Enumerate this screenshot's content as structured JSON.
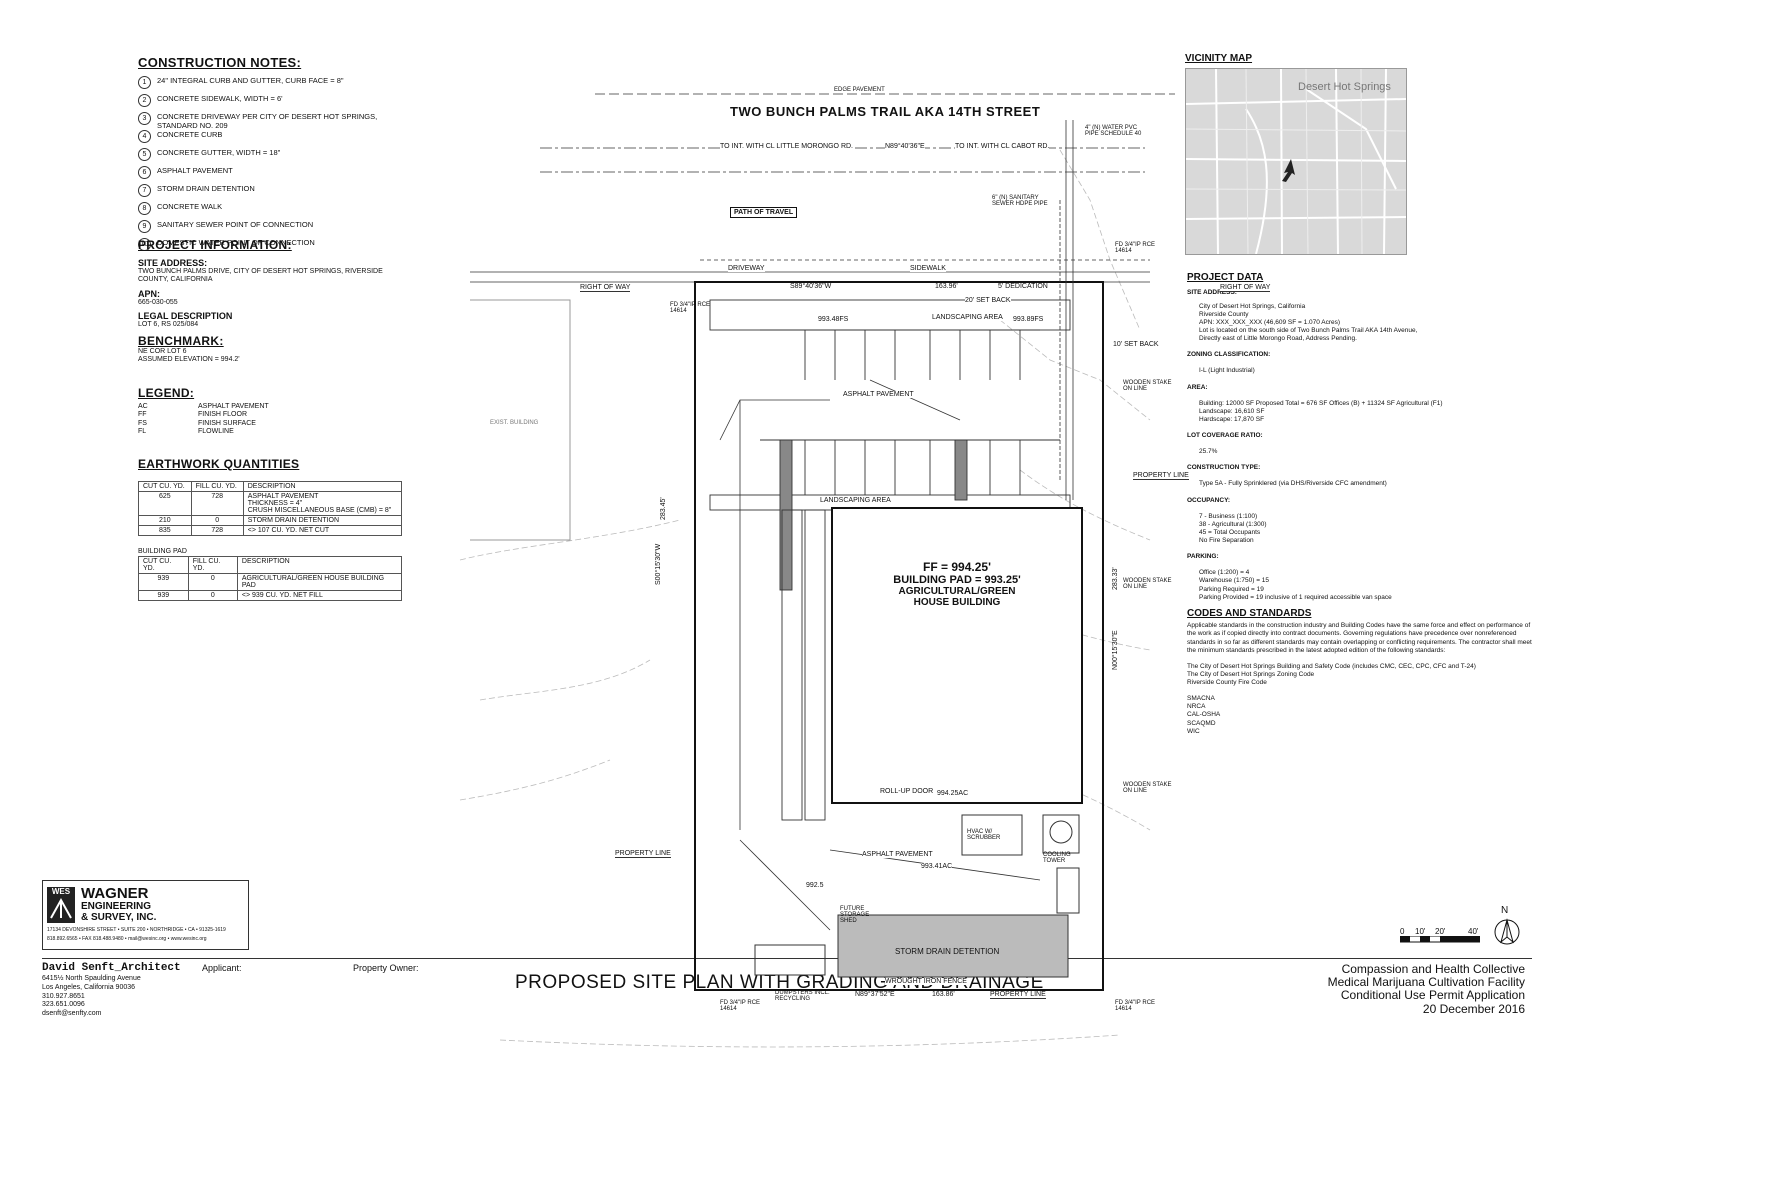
{
  "construction_notes": {
    "heading": "CONSTRUCTION NOTES:",
    "items": [
      {
        "num": "1",
        "text": "24\" INTEGRAL CURB AND GUTTER, CURB FACE = 8\""
      },
      {
        "num": "2",
        "text": "CONCRETE SIDEWALK, WIDTH = 6'"
      },
      {
        "num": "3",
        "text": "CONCRETE DRIVEWAY PER CITY OF DESERT HOT SPRINGS, STANDARD NO. 209"
      },
      {
        "num": "4",
        "text": "CONCRETE CURB"
      },
      {
        "num": "5",
        "text": "CONCRETE GUTTER, WIDTH = 18\""
      },
      {
        "num": "6",
        "text": "ASPHALT PAVEMENT"
      },
      {
        "num": "7",
        "text": "STORM DRAIN DETENTION"
      },
      {
        "num": "8",
        "text": "CONCRETE WALK"
      },
      {
        "num": "9",
        "text": "SANITARY SEWER POINT OF CONNECTION"
      },
      {
        "num": "10",
        "text": "DOMESTIC WATER POINT OF CONNECTION"
      }
    ]
  },
  "project_information": {
    "heading": "PROJECT INFORMATION:",
    "site_address_label": "SITE ADDRESS:",
    "site_address": "TWO BUNCH PALMS DRIVE, CITY OF DESERT HOT SPRINGS, RIVERSIDE COUNTY, CALIFORNIA",
    "apn_label": "APN:",
    "apn": "665-030-055",
    "legal_label": "LEGAL DESCRIPTION",
    "legal": "LOT 6, RS 025/084"
  },
  "benchmark": {
    "heading": "BENCHMARK:",
    "line1": "NE COR LOT 6",
    "line2": "ASSUMED ELEVATION = 994.2'"
  },
  "legend": {
    "heading": "LEGEND:",
    "items": [
      {
        "abbr": "AC",
        "desc": "ASPHALT PAVEMENT"
      },
      {
        "abbr": "FF",
        "desc": "FINISH FLOOR"
      },
      {
        "abbr": "FS",
        "desc": "FINISH SURFACE"
      },
      {
        "abbr": "FL",
        "desc": "FLOWLINE"
      }
    ]
  },
  "earthwork": {
    "heading": "EARTHWORK QUANTITIES",
    "headers": [
      "CUT CU. YD.",
      "FILL CU. YD.",
      "DESCRIPTION"
    ],
    "rows": [
      [
        "625",
        "728",
        "ASPHALT PAVEMENT\n   THICKNESS = 4\"\n   CRUSH MISCELLANEOUS BASE (CMB) = 8\""
      ],
      [
        "210",
        "0",
        "STORM DRAIN DETENTION"
      ],
      [
        "835",
        "728",
        "<> 107 CU. YD. NET CUT"
      ]
    ],
    "pad_label": "BUILDING PAD",
    "pad_headers": [
      "CUT CU. YD.",
      "FILL CU. YD.",
      "DESCRIPTION"
    ],
    "pad_rows": [
      [
        "939",
        "0",
        "AGRICULTURAL/GREEN HOUSE BUILDING PAD"
      ],
      [
        "939",
        "0",
        "<>    939 CU. YD. NET FILL"
      ]
    ]
  },
  "firm": {
    "logo_abbr": "WES",
    "name1": "WAGNER",
    "name2": "ENGINEERING",
    "name3": "& SURVEY, INC.",
    "address": "17134 DEVONSHIRE STREET • SUITE 200 • NORTHRIDGE • CA • 91325-1619",
    "contact": "818.892.6565 • FAX 818.488.9480 • mail@wesinc.org • www.wesinc.org"
  },
  "architect": {
    "name": "David Senft_Architect",
    "address1": "6415½ North Spaulding Avenue",
    "address2": "Los Angeles, California 90036",
    "phone1": "310.927.8651",
    "phone2": "323.651.0096",
    "email": "dsenft@senfty.com"
  },
  "titleblock": {
    "applicant_label": "Applicant:",
    "owner_label": "Property Owner:",
    "title": "PROPOSED SITE PLAN WITH GRADING AND DRAINAGE",
    "project1": "Compassion and Health Collective",
    "project2": "Medical Marijuana Cultivation Facility",
    "project3": "Conditional Use Permit Application",
    "date": "20 December 2016"
  },
  "vicinity": {
    "heading": "VICINITY MAP",
    "city_label": "Desert Hot Springs"
  },
  "project_data": {
    "heading": "PROJECT DATA",
    "site_label": "SITE ADDRESS:",
    "site_lines": [
      "City of Desert Hot Springs, California",
      "Riverside County",
      "APN: XXX_XXX_XXX (46,609 SF = 1.070 Acres)",
      "Lot is located on the south side of Two Bunch Palms Trail AKA 14th Avenue,",
      "Directly east of Little Morongo Road, Address Pending."
    ],
    "zoning_label": "ZONING CLASSIFICATION:",
    "zoning": "I-L (Light Industrial)",
    "area_label": "AREA:",
    "area_lines": [
      "Building: 12000 SF Proposed Total = 676 SF Offices (B) + 11324 SF Agricultural (F1)",
      "Landscape: 16,610 SF",
      "Hardscape: 17,870 SF"
    ],
    "coverage_label": "LOT COVERAGE RATIO:",
    "coverage": "25.7%",
    "construction_label": "CONSTRUCTION TYPE:",
    "construction": "Type 5A - Fully Sprinklered (via DHS/Riverside CFC amendment)",
    "occupancy_label": "OCCUPANCY:",
    "occupancy_lines": [
      "7    - Business (1:100)",
      "38 - Agricultural (1:300)",
      "45 = Total Occupants",
      "No Fire Separation"
    ],
    "parking_label": "PARKING:",
    "parking_lines": [
      "Office (1:200) = 4",
      "Warehouse (1:750) = 15",
      "Parking Required = 19",
      "Parking Provided = 19 inclusive of 1 required accessible van space"
    ]
  },
  "codes": {
    "heading": "CODES AND STANDARDS",
    "intro": "Applicable standards in the construction industry and Building Codes have the same force and effect on performance of the work as if copied directly into contract documents. Governing regulations have precedence over nonreferenced standards in so far as different standards may contain overlapping or conflicting requirements. The contractor shall meet the minimum standards prescribed in the latest adopted edition of the following standards:",
    "codes_lines": [
      "The City of Desert Hot Springs Building and Safety Code (includes CMC, CEC, CPC, CFC and T-24)",
      "The City of Desert Hot Springs Zoning Code",
      "Riverside County Fire Code"
    ],
    "standards": [
      "SMACNA",
      "NRCA",
      "CAL-OSHA",
      "SCAQMD",
      "WIC"
    ]
  },
  "scale": {
    "labels": [
      "0",
      "10'",
      "20'",
      "40'"
    ],
    "north": "N"
  },
  "plan": {
    "street_name": "TWO BUNCH PALMS TRAIL AKA  14TH STREET",
    "edge_pavement": "EDGE PAVEMENT",
    "to_int_little": "TO INT. WITH CL LITTLE MORONGO RD.",
    "centerline_bearing": "N89°40'36\"E",
    "to_int_cabot": "TO INT. WITH CL CABOT RD.",
    "path_of_travel": "PATH OF TRAVEL",
    "driveway": "DRIVEWAY",
    "sidewalk": "SIDEWALK",
    "right_of_way": "RIGHT OF WAY",
    "north_bearing": "S89°40'36\"W",
    "north_dist": "163.96'",
    "dedication": "5' DEDICATION",
    "setback20": "20' SET BACK",
    "setback10": "10' SET BACK",
    "landscaping_area": "LANDSCAPING AREA",
    "asphalt_pavement": "ASPHALT PAVEMENT",
    "ff": "FF = 994.25'",
    "building_pad": "BUILDING PAD  = 993.25'",
    "building_use1": "AGRICULTURAL/GREEN",
    "building_use2": "HOUSE BUILDING",
    "west_bearing": "S00°15'30\"W",
    "west_dist": "283.45'",
    "east_bearing": "N00°15'30\"E",
    "east_dist": "283.33'",
    "south_bearing": "N89°37'52\"E",
    "south_dist": "163.86'",
    "property_line": "PROPERTY LINE",
    "wooden_stake": "WOODEN STAKE ON LINE",
    "storm_drain": "STORM DRAIN DETENTION",
    "wrought_iron": "WROUGHT IRON FENCE",
    "dumpsters": "DUMPSTERS INCL. RECYCLING",
    "future_storage": "FUTURE STORAGE SHED",
    "hvac": "HVAC W/ SCRUBBER",
    "cooling_tower": "COOLING TOWER",
    "rollup_door": "ROLL-UP DOOR",
    "fd_rce": "FD 3/4\"IP RCE 14614",
    "water_pipe": "4\" (N) WATER PVC PIPE SCHEDULE 40",
    "sewer_pipe": "6\" (N) SANITARY SEWER HDPE PIPE",
    "exist_building": "EXIST. BUILDING",
    "elev_993_48": "993.48FS",
    "elev_993_89": "993.89FS",
    "elev_994_25": "994.25AC",
    "elev_993_41": "993.41AC",
    "elev_992_5": "992.5"
  }
}
